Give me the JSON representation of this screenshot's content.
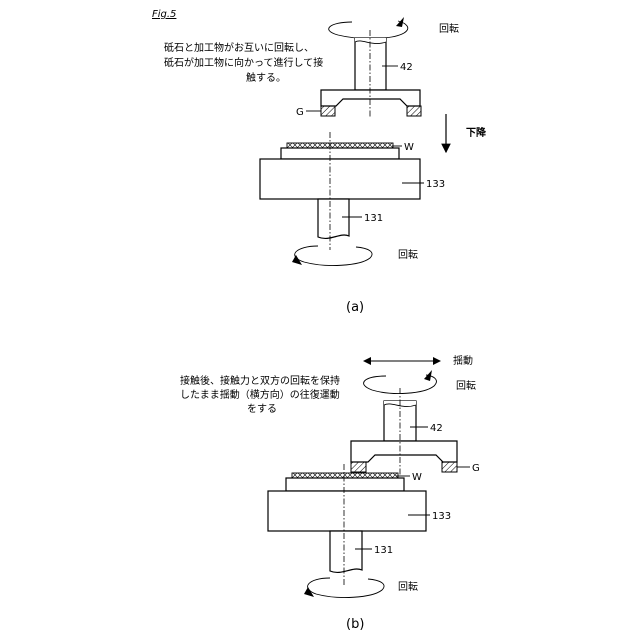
{
  "figure_label": "Fig.5",
  "panel_a": {
    "caption": "(a)",
    "note_lines": [
      "砥石と加工物がお互いに回転し、",
      "砥石が加工物に向かって進行して接",
      "触する。"
    ],
    "top_rotation_label": "回転",
    "bottom_rotation_label": "回転",
    "descend_label": "下降",
    "labels": {
      "spindle": "42",
      "grindstone": "G",
      "workpiece": "W",
      "table": "133",
      "shaft": "131"
    }
  },
  "panel_b": {
    "caption": "(b)",
    "note_lines": [
      "接触後、接触力と双方の回転を保持",
      "したまま揺動（横方向）の往復運動",
      "をする"
    ],
    "swing_label": "揺動",
    "top_rotation_label": "回転",
    "bottom_rotation_label": "回転",
    "labels": {
      "spindle": "42",
      "grindstone": "G",
      "workpiece": "W",
      "table": "133",
      "shaft": "131"
    }
  }
}
